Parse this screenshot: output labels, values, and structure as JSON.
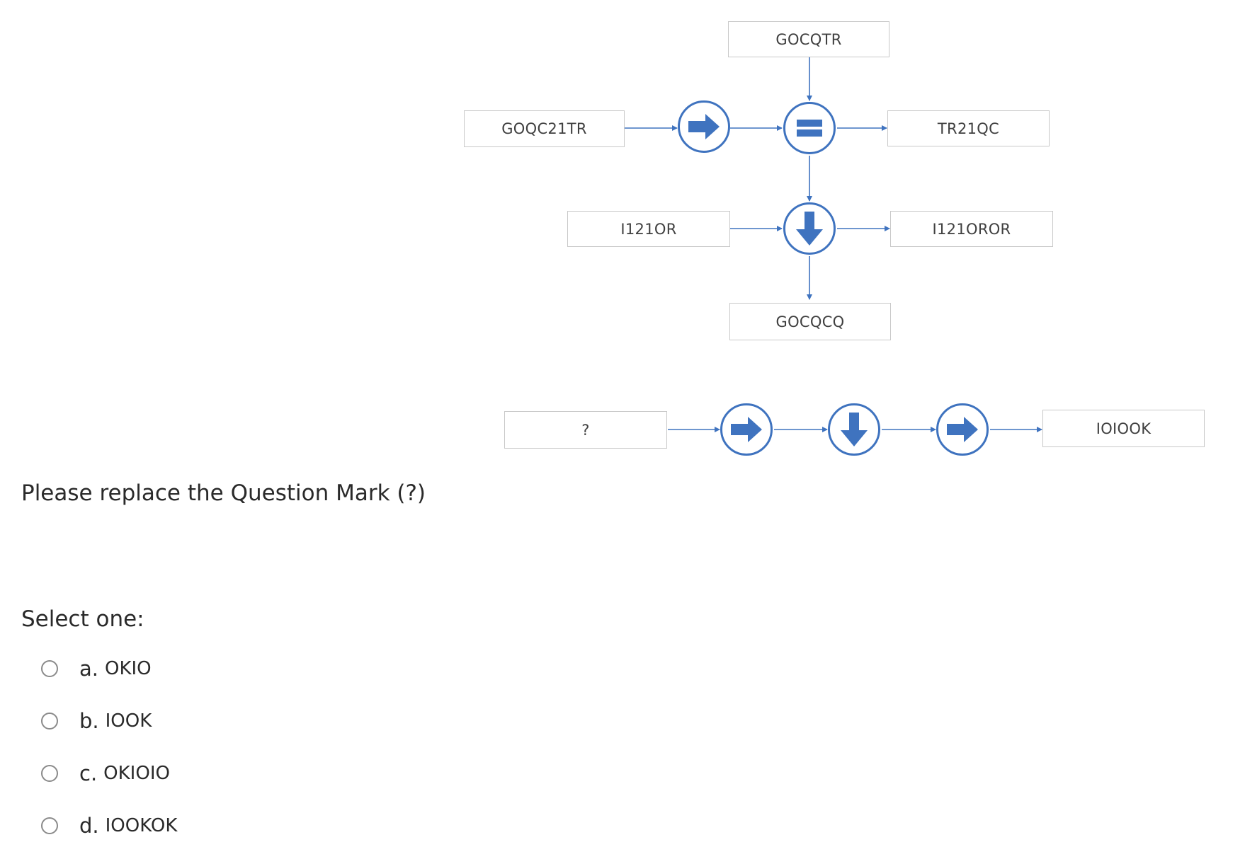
{
  "diagram": {
    "example": {
      "top_output": "GOCQTR",
      "left_input": "GOQC21TR",
      "right_output": "TR21QC",
      "mid_input": "I121OR",
      "mid_output": "I121OROR",
      "bottom_output": "GOCQCQ"
    },
    "puzzle": {
      "input": "?",
      "output": "IOIOOK"
    },
    "icons": {
      "right_arrow": "right-arrow-icon",
      "down_arrow": "down-arrow-icon",
      "equals": "equals-icon"
    },
    "colors": {
      "accent": "#3f73bf",
      "box_border": "#c8c8c8"
    }
  },
  "question": {
    "text": "Please replace the Question Mark (?)",
    "prompt": "Select one:",
    "options": [
      {
        "letter": "a.",
        "text": "OKIO"
      },
      {
        "letter": "b.",
        "text": "IOOK"
      },
      {
        "letter": "c.",
        "text": "OKIOIO"
      },
      {
        "letter": "d.",
        "text": "IOOKOK"
      }
    ]
  }
}
